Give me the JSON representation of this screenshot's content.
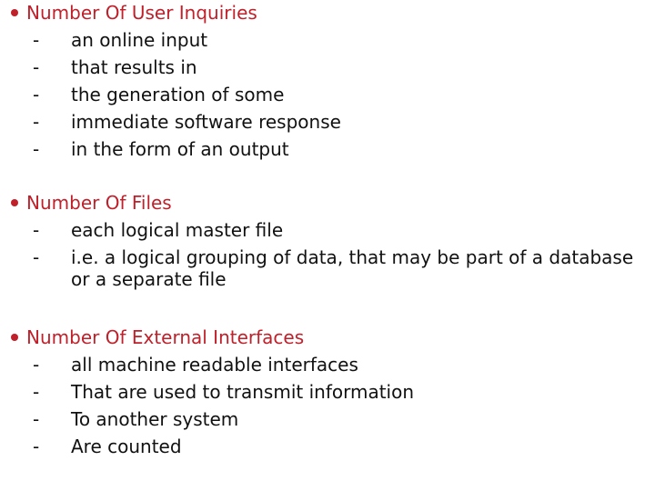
{
  "slide": {
    "background_color": "#ffffff",
    "heading_color": "#c0202a",
    "body_color": "#111111",
    "dash_marker": "-",
    "sections": [
      {
        "heading": "Number Of User Inquiries",
        "items": [
          "an online input",
          "that results in",
          "the generation of some",
          "immediate software response",
          "in the form of an output"
        ]
      },
      {
        "heading": "Number Of Files",
        "items": [
          "each logical master file",
          "i.e. a logical grouping of data, that may be part of a database or a separate file"
        ]
      },
      {
        "heading": "Number Of External Interfaces",
        "items": [
          "all machine readable interfaces",
          "That are used to transmit information",
          "To another system",
          "Are counted"
        ]
      }
    ]
  }
}
